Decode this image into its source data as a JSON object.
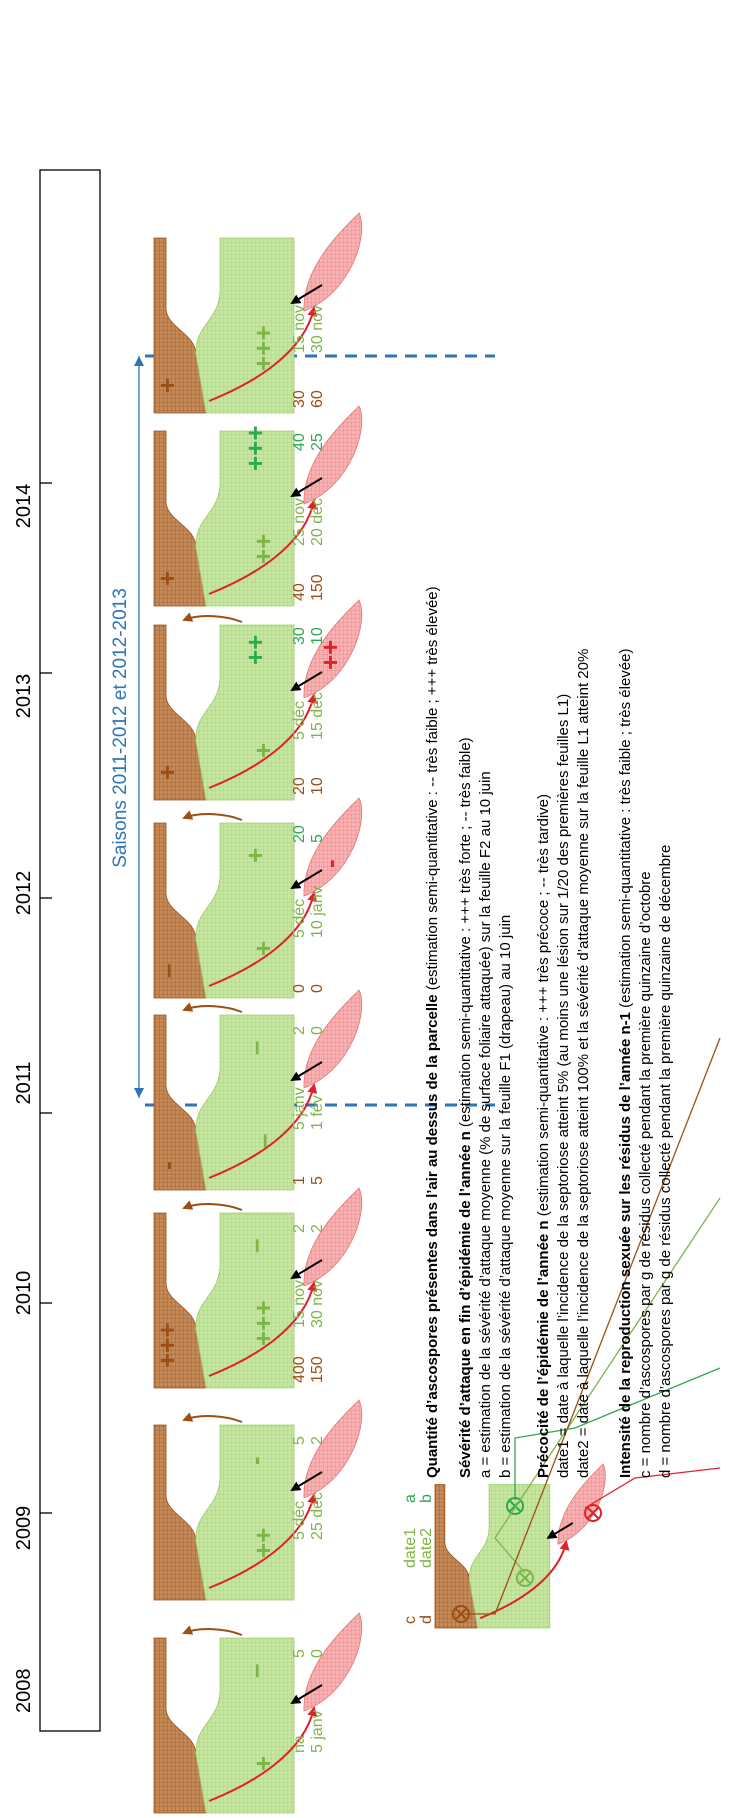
{
  "banner": {
    "years": [
      "2008",
      "2009",
      "2010",
      "2011",
      "2012",
      "2013",
      "2014"
    ],
    "saisons_label": "Saisons 2011-2012 et 2012-2013"
  },
  "panels": [
    {
      "a": "5",
      "b": "0",
      "date1": "na",
      "date2": "5 janv",
      "c": "",
      "d": "",
      "asco": "",
      "sev": "–",
      "prec": "+",
      "res": ""
    },
    {
      "a": "5",
      "b": "2",
      "date1": "5 déc",
      "date2": "25 déc",
      "c": "",
      "d": "",
      "asco": "",
      "sev": "-",
      "prec": "++",
      "res": ""
    },
    {
      "a": "2",
      "b": "2",
      "date1": "15 nov",
      "date2": "30 nov",
      "c": "400",
      "d": "150",
      "asco": "",
      "sev": "–",
      "prec": "+++",
      "res": "+++"
    },
    {
      "a": "2",
      "b": "0",
      "date1": "5 janv",
      "date2": "1 fév",
      "c": "1",
      "d": "5",
      "asco": "",
      "sev": "–",
      "prec": "–",
      "res": "-"
    },
    {
      "a": "20",
      "b": "5",
      "date1": "5 déc",
      "date2": "10 janv",
      "c": "0",
      "d": "0",
      "asco": "-",
      "sev": "+",
      "prec": "+",
      "res": "–"
    },
    {
      "a": "30",
      "b": "10",
      "date1": "5 déc",
      "date2": "15 déc",
      "c": "20",
      "d": "10",
      "asco": "++",
      "sev": "++",
      "prec": "+",
      "res": "+"
    },
    {
      "a": "40",
      "b": "25",
      "date1": "25 nov",
      "date2": "20 déc",
      "c": "40",
      "d": "150",
      "asco": "",
      "sev": "+++",
      "prec": "++",
      "res": "+"
    },
    {
      "a": "",
      "b": "",
      "date1": "15 nov",
      "date2": "30 nov",
      "c": "30",
      "d": "60",
      "asco": "",
      "sev": "",
      "prec": "+++",
      "res": "+"
    }
  ],
  "legend": {
    "schema_labels": {
      "a": "a",
      "b": "b",
      "date1": "date1",
      "date2": "date2",
      "c": "c",
      "d": "d"
    },
    "items": [
      {
        "title": "Quantité d’ascospores présentes dans l’air au dessus de la parcelle",
        "rest": " (estimation semi-quantitative : -- très faible ; +++ très élevée)",
        "lines": []
      },
      {
        "title": "Sévérité d’attaque en fin d’épidémie de l’année n",
        "rest": " (estimation semi-quantitative : +++ très forte ; -- très faible)",
        "lines": [
          "a = estimation de la sévérité d’attaque moyenne (% de surface foliaire attaquée) sur la feuille F2 au 10 juin",
          "b = estimation de la sévérité d’attaque moyenne sur la feuille F1 (drapeau) au 10 juin"
        ]
      },
      {
        "title": "Précocité de l’épidémie de l’année n",
        "rest": " (estimation semi-quantitative : +++ très précoce ; -- très tardive)",
        "lines": [
          "date1 = date à laquelle l’incidence de la septoriose atteint 5% (au moins une lésion sur 1/20 des premières feuilles L1)",
          "date2 = date à laquelle l’incidence de la septoriose atteint 100% et la sévérité d’attaque moyenne sur la feuille L1 atteint 20%"
        ]
      },
      {
        "title": "Intensité de la reproduction sexuée sur les résidus de l’année n-1",
        "rest": " (estimation semi-quantitative : très faible ; très élevée)",
        "lines": [
          "c = nombre d’ascospores par g de résidus collecté pendant la première quinzaine d’octobre",
          "d = nombre d’ascospores par g de résidus collecté pendant la première quinzaine de décembre"
        ]
      }
    ]
  },
  "colors": {
    "red": "#E0202A",
    "green": "#7DB548",
    "dark_green": "#2FA84F",
    "brown": "#9C4F14",
    "blue": "#2E75B6"
  }
}
